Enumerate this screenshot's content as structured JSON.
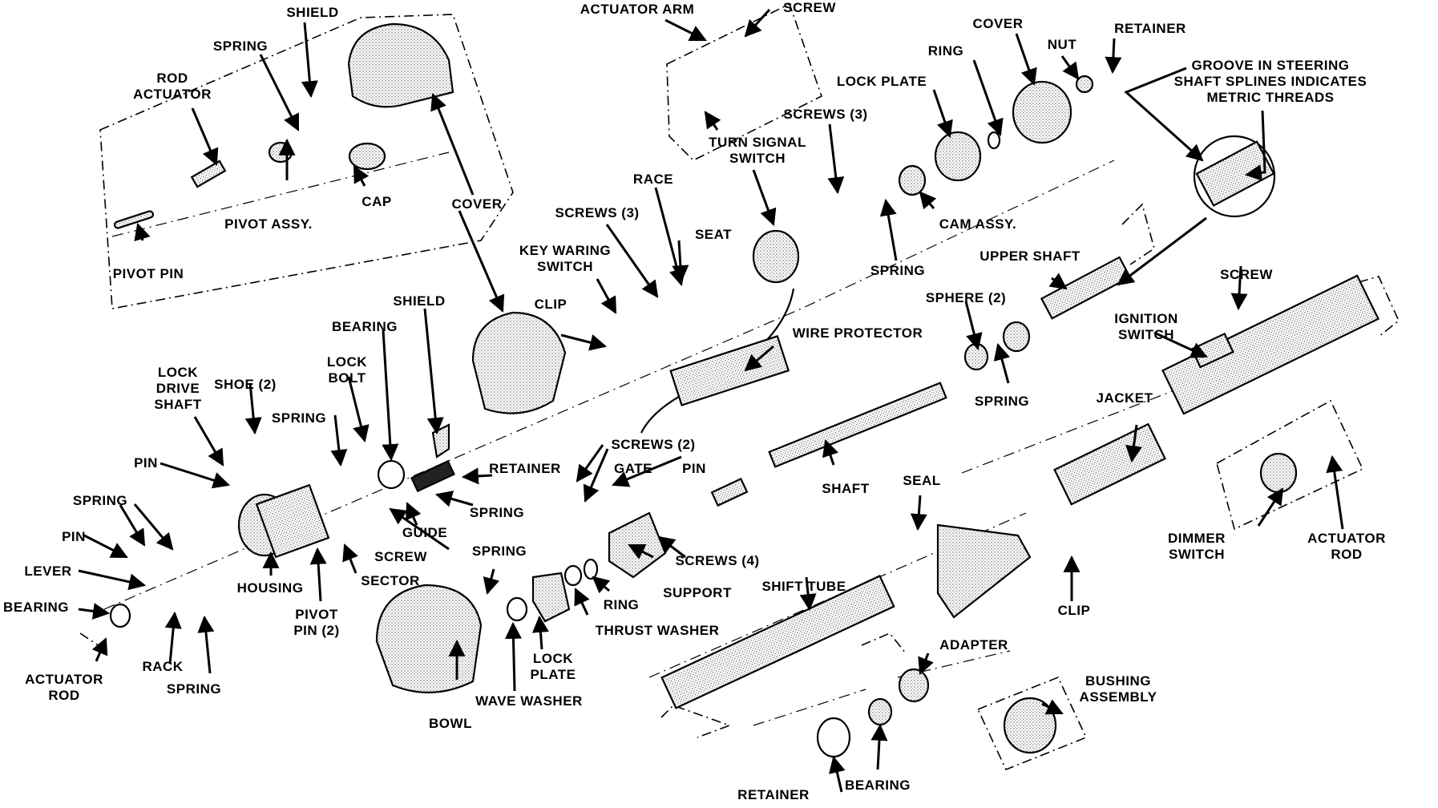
{
  "diagram": {
    "type": "exploded-parts-view",
    "subject": "Steering column assembly",
    "colors": {
      "ink": "#000000",
      "paper": "#ffffff",
      "shading": "#9a9a9a"
    },
    "labels": [
      {
        "id": "shield-top",
        "lines": [
          "SHIELD"
        ]
      },
      {
        "id": "spring-top",
        "lines": [
          "SPRING"
        ]
      },
      {
        "id": "rod-actuator",
        "lines": [
          "ROD",
          "ACTUATOR"
        ]
      },
      {
        "id": "cap",
        "lines": [
          "CAP"
        ]
      },
      {
        "id": "pivot-assy",
        "lines": [
          "PIVOT ASSY."
        ]
      },
      {
        "id": "pivot-pin",
        "lines": [
          "PIVOT PIN"
        ]
      },
      {
        "id": "cover-left",
        "lines": [
          "COVER"
        ]
      },
      {
        "id": "actuator-arm",
        "lines": [
          "ACTUATOR ARM"
        ]
      },
      {
        "id": "screw-top",
        "lines": [
          "SCREW"
        ]
      },
      {
        "id": "turn-signal-switch",
        "lines": [
          "TURN SIGNAL",
          "SWITCH"
        ]
      },
      {
        "id": "screws-3-upper",
        "lines": [
          "SCREWS (3)"
        ]
      },
      {
        "id": "cover-right",
        "lines": [
          "COVER"
        ]
      },
      {
        "id": "ring-top",
        "lines": [
          "RING"
        ]
      },
      {
        "id": "nut",
        "lines": [
          "NUT"
        ]
      },
      {
        "id": "retainer-top",
        "lines": [
          "RETAINER"
        ]
      },
      {
        "id": "lock-plate-top",
        "lines": [
          "LOCK PLATE"
        ]
      },
      {
        "id": "groove-note",
        "lines": [
          "GROOVE IN STEERING",
          "SHAFT SPLINES INDICATES",
          "METRIC THREADS"
        ]
      },
      {
        "id": "cam-assy",
        "lines": [
          "CAM ASSY."
        ]
      },
      {
        "id": "spring-cam",
        "lines": [
          "SPRING"
        ]
      },
      {
        "id": "race",
        "lines": [
          "RACE"
        ]
      },
      {
        "id": "screws-3-lower",
        "lines": [
          "SCREWS (3)"
        ]
      },
      {
        "id": "seat",
        "lines": [
          "SEAT"
        ]
      },
      {
        "id": "key-warning-switch",
        "lines": [
          "KEY WARING",
          "SWITCH"
        ]
      },
      {
        "id": "clip-upper",
        "lines": [
          "CLIP"
        ]
      },
      {
        "id": "upper-shaft",
        "lines": [
          "UPPER SHAFT"
        ]
      },
      {
        "id": "sphere-2",
        "lines": [
          "SPHERE (2)"
        ]
      },
      {
        "id": "spring-sphere",
        "lines": [
          "SPRING"
        ]
      },
      {
        "id": "screw-ignition",
        "lines": [
          "SCREW"
        ]
      },
      {
        "id": "ignition-switch",
        "lines": [
          "IGNITION",
          "SWITCH"
        ]
      },
      {
        "id": "wire-protector",
        "lines": [
          "WIRE PROTECTOR"
        ]
      },
      {
        "id": "shield-mid",
        "lines": [
          "SHIELD"
        ]
      },
      {
        "id": "bearing-mid",
        "lines": [
          "BEARING"
        ]
      },
      {
        "id": "lock-bolt",
        "lines": [
          "LOCK",
          "BOLT"
        ]
      },
      {
        "id": "lock-drive-shaft",
        "lines": [
          "LOCK",
          "DRIVE",
          "SHAFT"
        ]
      },
      {
        "id": "shoe-2",
        "lines": [
          "SHOE (2)"
        ]
      },
      {
        "id": "spring-lockbolt",
        "lines": [
          "SPRING"
        ]
      },
      {
        "id": "pin-upper-left",
        "lines": [
          "PIN"
        ]
      },
      {
        "id": "retainer-mid",
        "lines": [
          "RETAINER"
        ]
      },
      {
        "id": "spring-guide",
        "lines": [
          "SPRING"
        ]
      },
      {
        "id": "guide",
        "lines": [
          "GUIDE"
        ]
      },
      {
        "id": "screw-sector",
        "lines": [
          "SCREW"
        ]
      },
      {
        "id": "sector",
        "lines": [
          "SECTOR"
        ]
      },
      {
        "id": "housing",
        "lines": [
          "HOUSING"
        ]
      },
      {
        "id": "pivot-pin-2",
        "lines": [
          "PIVOT",
          "PIN (2)"
        ]
      },
      {
        "id": "spring-left",
        "lines": [
          "SPRING"
        ]
      },
      {
        "id": "pin-left",
        "lines": [
          "PIN"
        ]
      },
      {
        "id": "lever",
        "lines": [
          "LEVER"
        ]
      },
      {
        "id": "bearing-left",
        "lines": [
          "BEARING"
        ]
      },
      {
        "id": "actuator-rod-left",
        "lines": [
          "ACTUATOR",
          "ROD"
        ]
      },
      {
        "id": "rack",
        "lines": [
          "RACK"
        ]
      },
      {
        "id": "spring-rack",
        "lines": [
          "SPRING"
        ]
      },
      {
        "id": "screws-2",
        "lines": [
          "SCREWS (2)"
        ]
      },
      {
        "id": "gate",
        "lines": [
          "GATE"
        ]
      },
      {
        "id": "pin-gate",
        "lines": [
          "PIN"
        ]
      },
      {
        "id": "spring-lower",
        "lines": [
          "SPRING"
        ]
      },
      {
        "id": "screws-4",
        "lines": [
          "SCREWS (4)"
        ]
      },
      {
        "id": "support",
        "lines": [
          "SUPPORT"
        ]
      },
      {
        "id": "ring-lower",
        "lines": [
          "RING"
        ]
      },
      {
        "id": "thrust-washer",
        "lines": [
          "THRUST WASHER"
        ]
      },
      {
        "id": "lock-plate-lower",
        "lines": [
          "LOCK",
          "PLATE"
        ]
      },
      {
        "id": "wave-washer",
        "lines": [
          "WAVE WASHER"
        ]
      },
      {
        "id": "bowl",
        "lines": [
          "BOWL"
        ]
      },
      {
        "id": "shaft",
        "lines": [
          "SHAFT"
        ]
      },
      {
        "id": "shift-tube",
        "lines": [
          "SHIFT TUBE"
        ]
      },
      {
        "id": "seal",
        "lines": [
          "SEAL"
        ]
      },
      {
        "id": "jacket",
        "lines": [
          "JACKET"
        ]
      },
      {
        "id": "clip-lower",
        "lines": [
          "CLIP"
        ]
      },
      {
        "id": "dimmer-switch",
        "lines": [
          "DIMMER",
          "SWITCH"
        ]
      },
      {
        "id": "actuator-rod-right",
        "lines": [
          "ACTUATOR",
          "ROD"
        ]
      },
      {
        "id": "adapter",
        "lines": [
          "ADAPTER"
        ]
      },
      {
        "id": "bushing-assembly",
        "lines": [
          "BUSHING",
          "ASSEMBLY"
        ]
      },
      {
        "id": "retainer-bottom",
        "lines": [
          "RETAINER"
        ]
      },
      {
        "id": "bearing-bottom",
        "lines": [
          "BEARING"
        ]
      }
    ]
  }
}
